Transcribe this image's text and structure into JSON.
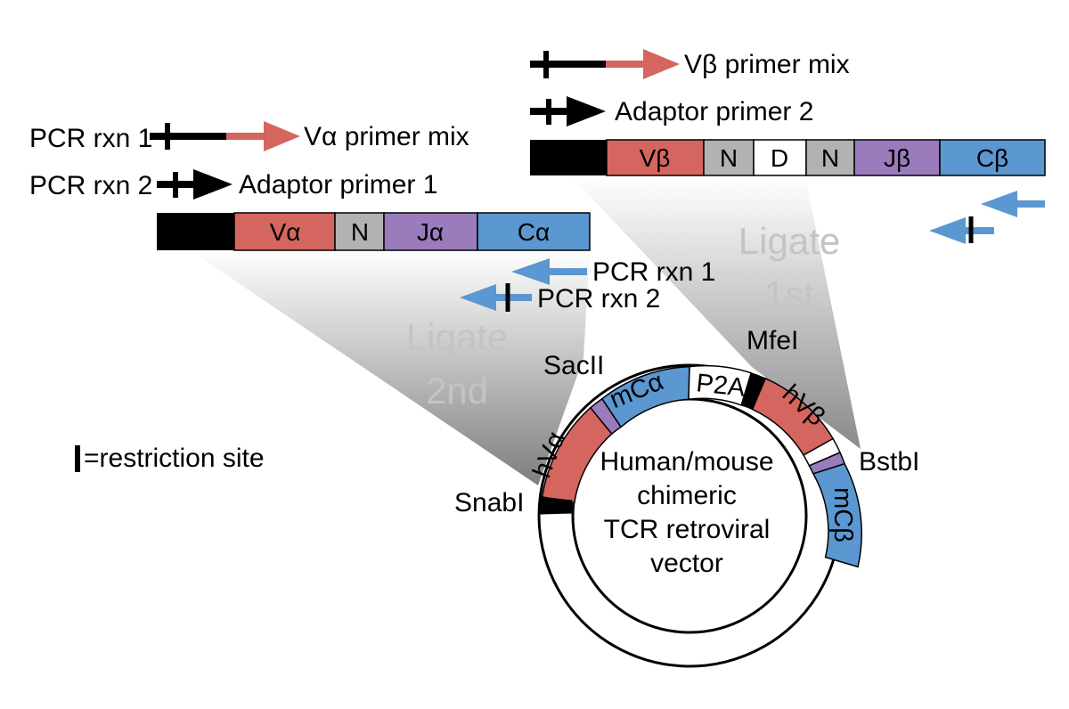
{
  "colors": {
    "v_region": "#d4665f",
    "n_region": "#b2b2b2",
    "j_region": "#9a7bbb",
    "c_region": "#5b97d0",
    "d_region": "#ffffff",
    "adaptor": "#000000",
    "ghost_text": "#c4c4c4"
  },
  "alpha": {
    "rxn1_label": "PCR rxn 1",
    "rxn2_label": "PCR rxn 2",
    "primer_mix_label": "Vα primer mix",
    "adaptor_label": "Adaptor primer 1",
    "segments": [
      "",
      "Vα",
      "N",
      "Jα",
      "Cα"
    ],
    "rev_rxn1_label": "PCR rxn 1",
    "rev_rxn2_label": "PCR rxn 2"
  },
  "beta": {
    "primer_mix_label": "Vβ primer mix",
    "adaptor_label": "Adaptor primer 2",
    "segments": [
      "",
      "Vβ",
      "N",
      "D",
      "N",
      "Jβ",
      "Cβ"
    ]
  },
  "ligate": {
    "first": [
      "Ligate",
      "1st"
    ],
    "second": [
      "Ligate",
      "2nd"
    ]
  },
  "plasmid": {
    "center_lines": [
      "Human/mouse",
      "chimeric",
      "TCR retroviral",
      "vector"
    ],
    "segments": [
      "hVα",
      "mCα",
      "P2A",
      "hVβ",
      "mCβ"
    ],
    "sites": [
      "SnabI",
      "SacII",
      "MfeI",
      "BstbI"
    ]
  },
  "legend": {
    "text": "=restriction site"
  }
}
